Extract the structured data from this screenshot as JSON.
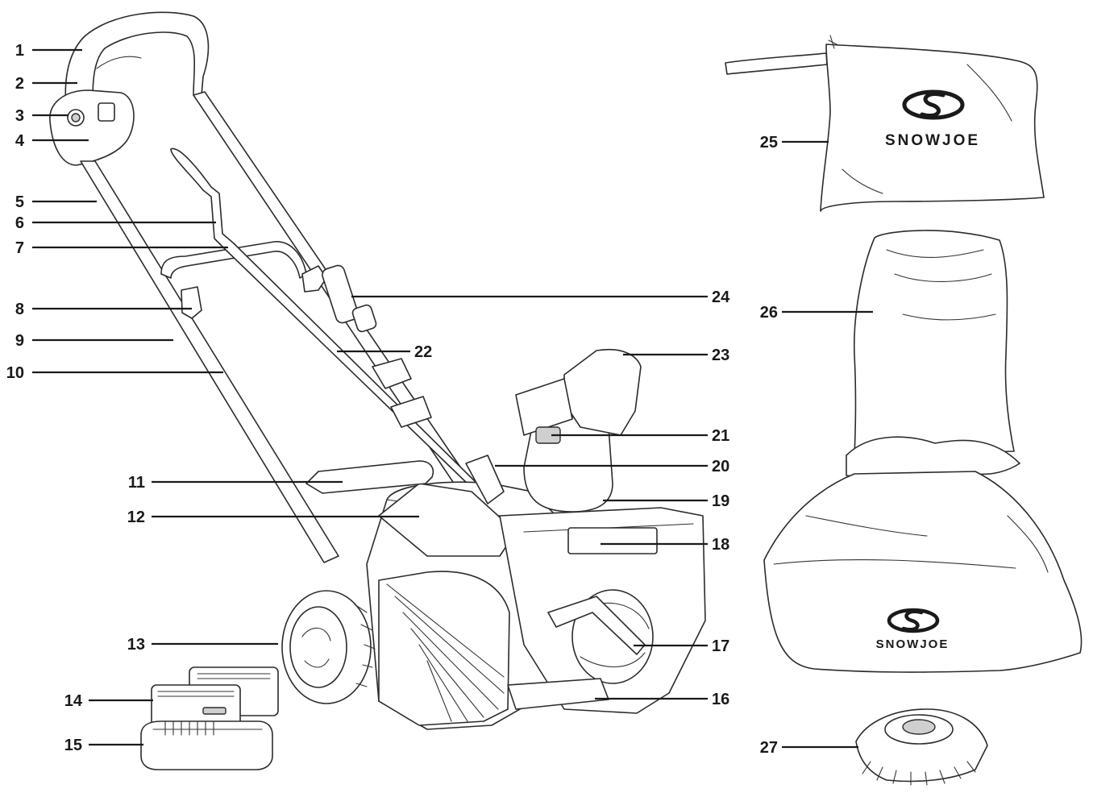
{
  "brand": {
    "bag_logo_text": "SNOWJOE",
    "cover_logo_text": "SNOWJOE"
  },
  "callouts": [
    {
      "id": "1",
      "label": "1"
    },
    {
      "id": "2",
      "label": "2"
    },
    {
      "id": "3",
      "label": "3"
    },
    {
      "id": "4",
      "label": "4"
    },
    {
      "id": "5",
      "label": "5"
    },
    {
      "id": "6",
      "label": "6"
    },
    {
      "id": "7",
      "label": "7"
    },
    {
      "id": "8",
      "label": "8"
    },
    {
      "id": "9",
      "label": "9"
    },
    {
      "id": "10",
      "label": "10"
    },
    {
      "id": "11",
      "label": "11"
    },
    {
      "id": "12",
      "label": "12"
    },
    {
      "id": "13",
      "label": "13"
    },
    {
      "id": "14",
      "label": "14"
    },
    {
      "id": "15",
      "label": "15"
    },
    {
      "id": "16",
      "label": "16"
    },
    {
      "id": "17",
      "label": "17"
    },
    {
      "id": "18",
      "label": "18"
    },
    {
      "id": "19",
      "label": "19"
    },
    {
      "id": "20",
      "label": "20"
    },
    {
      "id": "21",
      "label": "21"
    },
    {
      "id": "22",
      "label": "22"
    },
    {
      "id": "23",
      "label": "23"
    },
    {
      "id": "24",
      "label": "24"
    },
    {
      "id": "25",
      "label": "25"
    },
    {
      "id": "26",
      "label": "26"
    },
    {
      "id": "27",
      "label": "27"
    }
  ]
}
